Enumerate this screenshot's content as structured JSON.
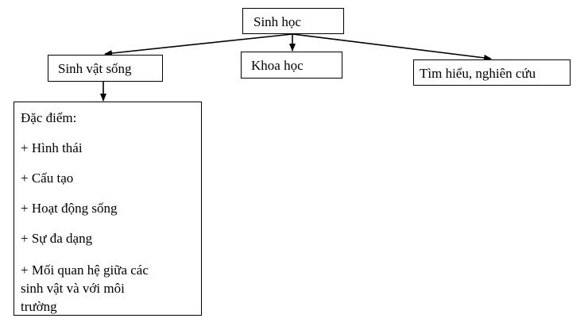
{
  "diagram": {
    "root": "Sinh học",
    "branches": {
      "living": "Sinh vật sống",
      "science": "Khoa học",
      "research": "Tìm hiểu, nghiên cứu"
    },
    "features": {
      "title": "Đặc điểm:",
      "items": [
        "+ Hình thái",
        "+ Cấu tạo",
        "+ Hoạt động sống",
        "+ Sự đa dạng"
      ],
      "last_item_lines": [
        "+ Mối quan hệ giữa các",
        "sinh vật và với môi",
        "trường"
      ]
    }
  }
}
